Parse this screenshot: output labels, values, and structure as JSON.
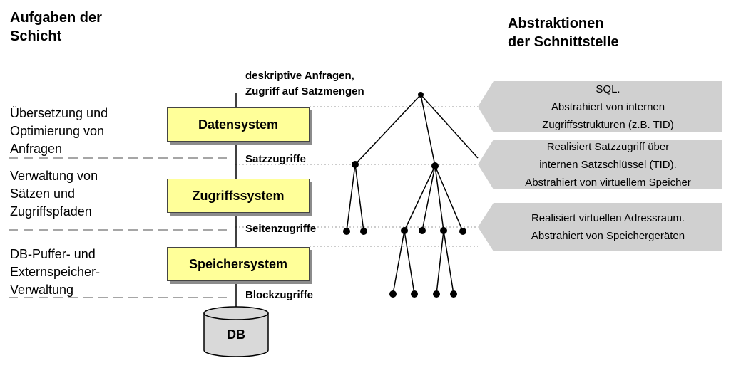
{
  "headings": {
    "left": "Aufgaben der\nSchicht",
    "right": "Abstraktionen\nder Schnittstelle"
  },
  "tasks": [
    "Übersetzung und\nOptimierung von\nAnfragen",
    "Verwaltung von\nSätzen und\nZugriffspfaden",
    "DB-Puffer- und\nExternspeicher-\nVerwaltung"
  ],
  "layers": [
    "Datensystem",
    "Zugriffssystem",
    "Speichersystem"
  ],
  "interface_labels": {
    "top": "deskriptive Anfragen,\nZugriff auf Satzmengen",
    "between_1_2": "Satzzugriffe",
    "between_2_3": "Seitenzugriffe",
    "bottom": "Blockzugriffe"
  },
  "database_label": "DB",
  "abstractions": [
    "SQL.\nAbstrahiert von internen\nZugriffsstrukturen (z.B. TID)",
    "Realisiert Satzzugriff über\ninternen Satzschlüssel (TID).\nAbstrahiert von virtuellem Speicher",
    "Realisiert virtuellen Adressraum.\nAbstrahiert von Speichergeräten"
  ],
  "colors": {
    "layer_fill": "#ffff99",
    "arrow_fill": "#d0d0d0",
    "db_fill": "#d9d9d9"
  }
}
